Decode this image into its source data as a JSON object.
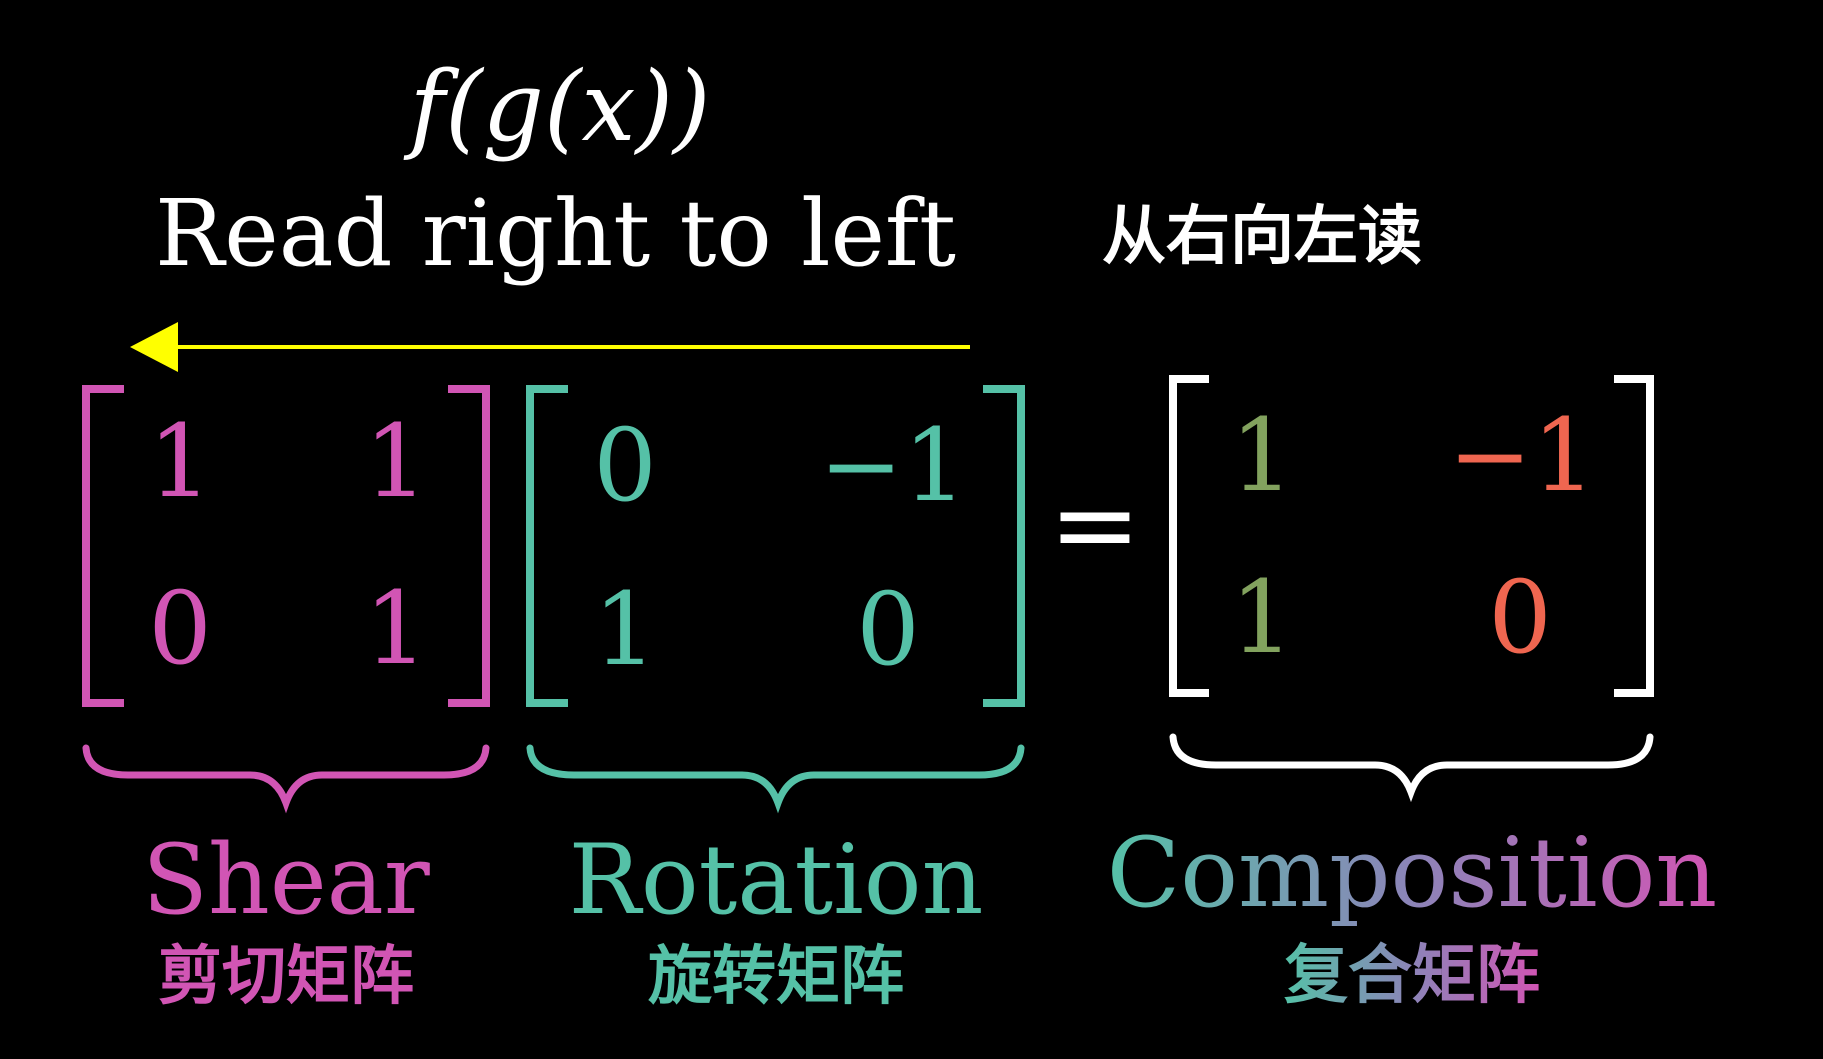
{
  "formula": "f(g(x))",
  "heading": {
    "english": "Read right to left",
    "chinese": "从右向左读"
  },
  "equals_sign": "=",
  "colors": {
    "background": "#000000",
    "shear": "#d155b4",
    "rotation": "#55c1a7",
    "composition_bracket": "#ffffff",
    "composition_left_column": "#82a25e",
    "composition_right_column": "#ef6650",
    "arrow": "#ffff00",
    "text": "#ffffff"
  },
  "matrices": {
    "shear": {
      "cells": [
        [
          "1",
          "1"
        ],
        [
          "0",
          "1"
        ]
      ],
      "label": "Shear",
      "label_cn": "剪切矩阵"
    },
    "rotation": {
      "cells": [
        [
          "0",
          "−1"
        ],
        [
          "1",
          "0"
        ]
      ],
      "label": "Rotation",
      "label_cn": "旋转矩阵"
    },
    "composition": {
      "cells": [
        [
          "1",
          "−1"
        ],
        [
          "1",
          "0"
        ]
      ],
      "label": "Composition",
      "label_cn": "复合矩阵"
    }
  },
  "arrow": {
    "direction": "left",
    "icon": "left-arrow-icon"
  }
}
